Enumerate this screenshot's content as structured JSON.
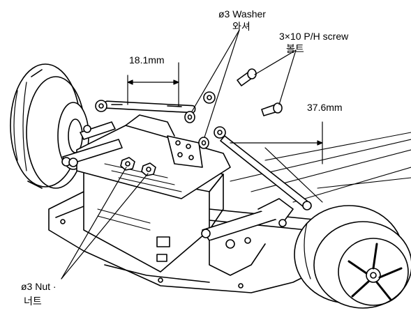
{
  "labels": {
    "washer_en": "ø3 Washer",
    "washer_ko": "와셔",
    "screw_en": "3×10 P/H screw",
    "screw_ko": "볼트",
    "nut_en": "ø3 Nut ·",
    "nut_ko": "너트"
  },
  "dimensions": {
    "left_length": "18.1mm",
    "right_length": "37.6mm"
  },
  "colors": {
    "ink": "#000000",
    "paper": "#ffffff"
  }
}
